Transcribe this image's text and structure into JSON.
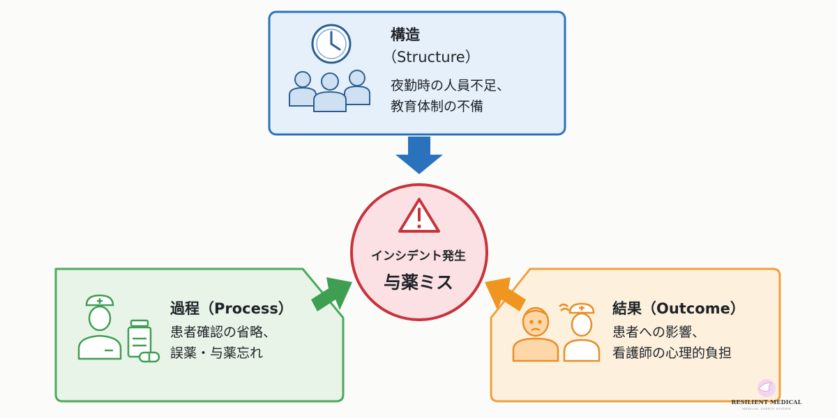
{
  "diagram": {
    "structure": {
      "title": "構造",
      "subtitle": "（Structure）",
      "lines": [
        "夜勤時の人員不足、",
        "教育体制の不備"
      ]
    },
    "center": {
      "label": "インシデント発生",
      "main": "与薬ミス"
    },
    "process": {
      "title": "過程（Process）",
      "lines": [
        "患者確認の省略、",
        "誤薬・与薬忘れ"
      ]
    },
    "outcome": {
      "title": "結果（Outcome）",
      "lines": [
        "患者への影響、",
        "看護師の心理的負担"
      ]
    }
  },
  "logo": {
    "name": "RESILIENT MEDICAL",
    "tagline": "MEDICAL SAFETY SYSTEM"
  },
  "colors": {
    "structure_border": "#2b72bd",
    "structure_fill": "#e6f0fa",
    "process_border": "#4aaa5c",
    "process_fill": "#e8f4e8",
    "outcome_border": "#eea03a",
    "outcome_fill": "#fdf0dd",
    "center_border": "#c8323c",
    "center_fill": "#fbe1e3"
  }
}
